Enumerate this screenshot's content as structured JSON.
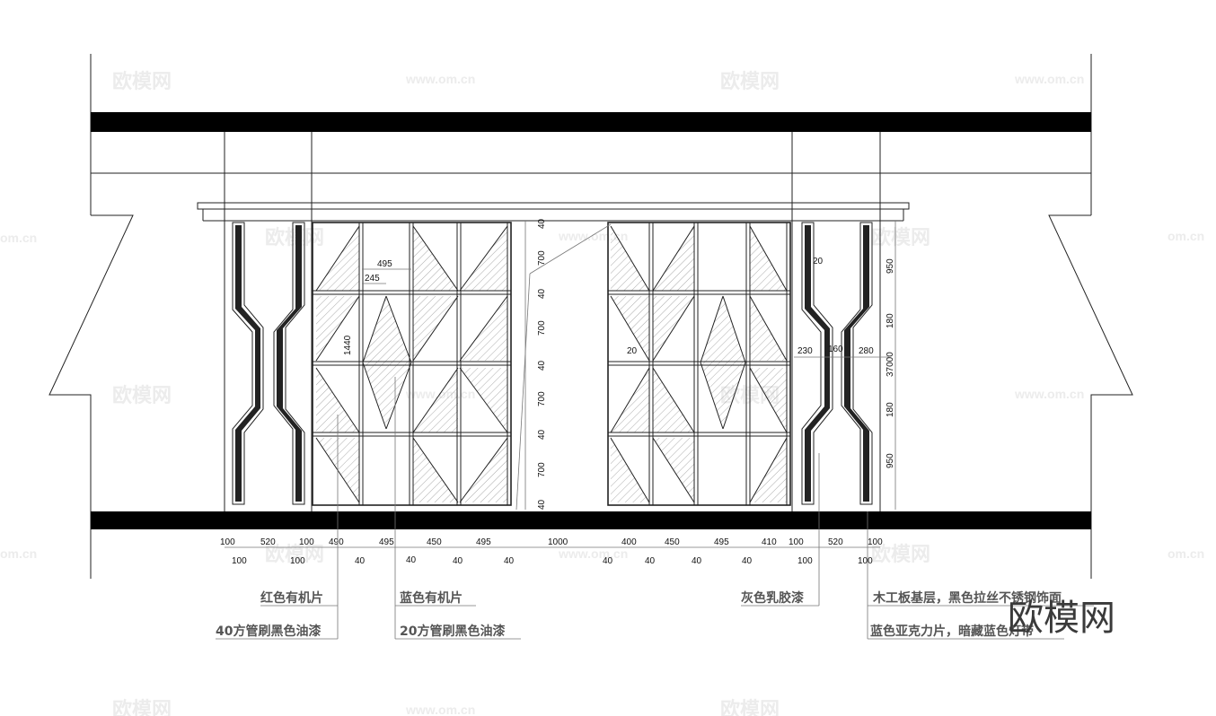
{
  "watermarks": {
    "brand": "欧模网",
    "url": "www.om.cn",
    "url_cut": "om.cn"
  },
  "logo": "欧模网",
  "dims_bottom_row1": [
    "100",
    "520",
    "100",
    "490",
    "495",
    "450",
    "495",
    "1000",
    "400",
    "450",
    "495",
    "410",
    "100",
    "520",
    "100"
  ],
  "dims_bottom_row2": [
    "100",
    "100",
    "40",
    "40",
    "40",
    "40",
    "40",
    "40",
    "40",
    "40",
    "100",
    "100"
  ],
  "dims_vertical_center": [
    "40",
    "700",
    "40",
    "700",
    "40",
    "700",
    "40",
    "700",
    "40"
  ],
  "dims_right_vertical": [
    "950",
    "180",
    "37000",
    "180",
    "950"
  ],
  "dims_panel": {
    "w495": "495",
    "w245": "245",
    "h1440": "1440",
    "w20_left": "20",
    "w20_right": "20",
    "w230": "230",
    "w160": "160",
    "w280": "280"
  },
  "notes": {
    "red_acrylic": "红色有机片",
    "pipe40": "40方管刷黑色油漆",
    "blue_acrylic": "蓝色有机片",
    "pipe20": "20方管刷黑色油漆",
    "gray_latex": "灰色乳胶漆",
    "wood_base": "木工板基层，黑色拉丝不锈钢饰面",
    "blue_acrylic_light": "蓝色亚克力片，暗藏蓝色灯带"
  }
}
